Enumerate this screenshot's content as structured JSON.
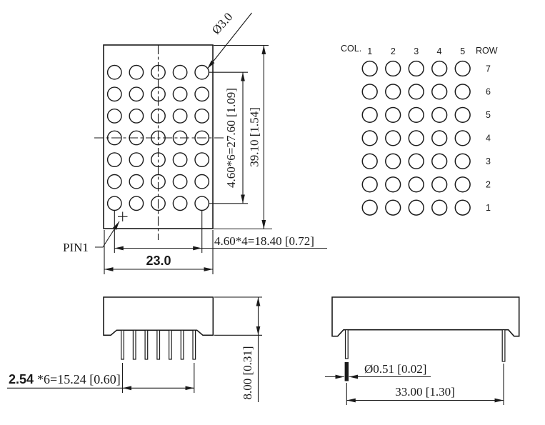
{
  "drawing": {
    "background": "#ffffff",
    "line_color": "#1a1a1a"
  },
  "front_view": {
    "matrix": {
      "cols": 5,
      "rows": 7
    },
    "dot_diameter_label": "Ø3.0",
    "pin1_label": "PIN1",
    "dim_row_pitch": "4.60*6=27.60 [1.09]",
    "dim_total_height": "39.10 [1.54]",
    "dim_col_pitch": "4.60*4=18.40 [0.72]",
    "dim_total_width": "23.0"
  },
  "pin_layout": {
    "matrix": {
      "cols": 5,
      "rows": 7
    },
    "col_label": "COL.",
    "row_label": "ROW",
    "col_numbers": [
      "1",
      "2",
      "3",
      "4",
      "5"
    ],
    "row_numbers": [
      "7",
      "6",
      "5",
      "4",
      "3",
      "2",
      "1"
    ]
  },
  "side_view": {
    "pin_count": 7,
    "dim_pin_pitch_prefix": "2.54",
    "dim_pin_pitch_rest": "*6=15.24 [0.60]",
    "dim_body_height": "8.00 [0.31]"
  },
  "end_view": {
    "pin_count": 2,
    "dim_pin_diameter": "Ø0.51 [0.02]",
    "dim_pin_span": "33.00 [1.30]"
  }
}
